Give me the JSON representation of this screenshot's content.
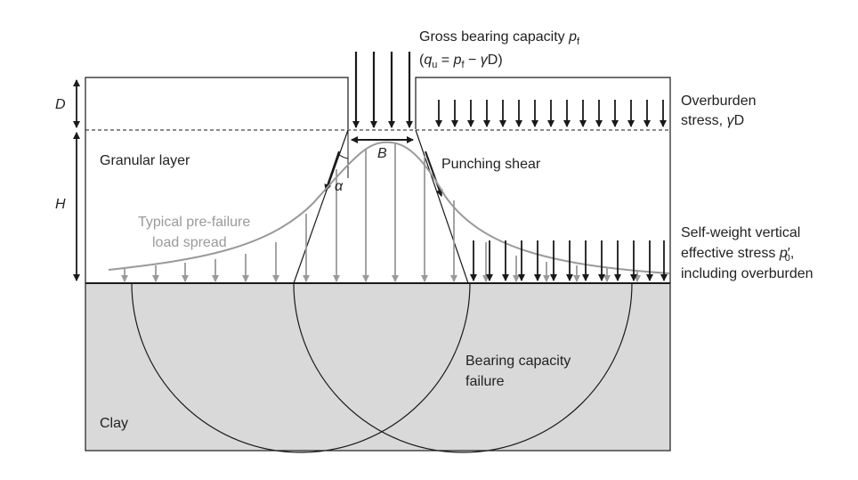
{
  "labels": {
    "gross_line1": "Gross bearing capacity ",
    "gross_pf": "p",
    "gross_pf_sub": "f",
    "gross_line2_open": "(",
    "gross_qu": "q",
    "gross_qu_sub": "u",
    "gross_eq": " = ",
    "gross_p2": "p",
    "gross_p2_sub": "f",
    "gross_minus": " − ",
    "gross_gamma": "γ",
    "gross_D_close": "D)",
    "overburden_line1": "Overburden",
    "overburden_line2a": "stress, ",
    "overburden_gamma": "γ",
    "overburden_D": "D",
    "selfweight_line1": "Self-weight vertical",
    "selfweight_line2a": "effective stress ",
    "selfweight_p": "p",
    "selfweight_prime": "′",
    "selfweight_sub": "0",
    "selfweight_comma": ",",
    "selfweight_line3": "including overburden",
    "dim_D": "D",
    "dim_H": "H",
    "dim_B": "B",
    "angle_alpha": "α",
    "granular_layer": "Granular layer",
    "punching_shear": "Punching shear",
    "typical_line1": "Typical pre-failure",
    "typical_line2": "load spread",
    "bearing_line1": "Bearing capacity",
    "bearing_line2": "failure",
    "clay": "Clay"
  },
  "colors": {
    "clay_fill": "#d9d9d9",
    "line_dark": "#1a1a1a",
    "spread_grey": "#9a9a9a",
    "text_dark": "#222222"
  }
}
